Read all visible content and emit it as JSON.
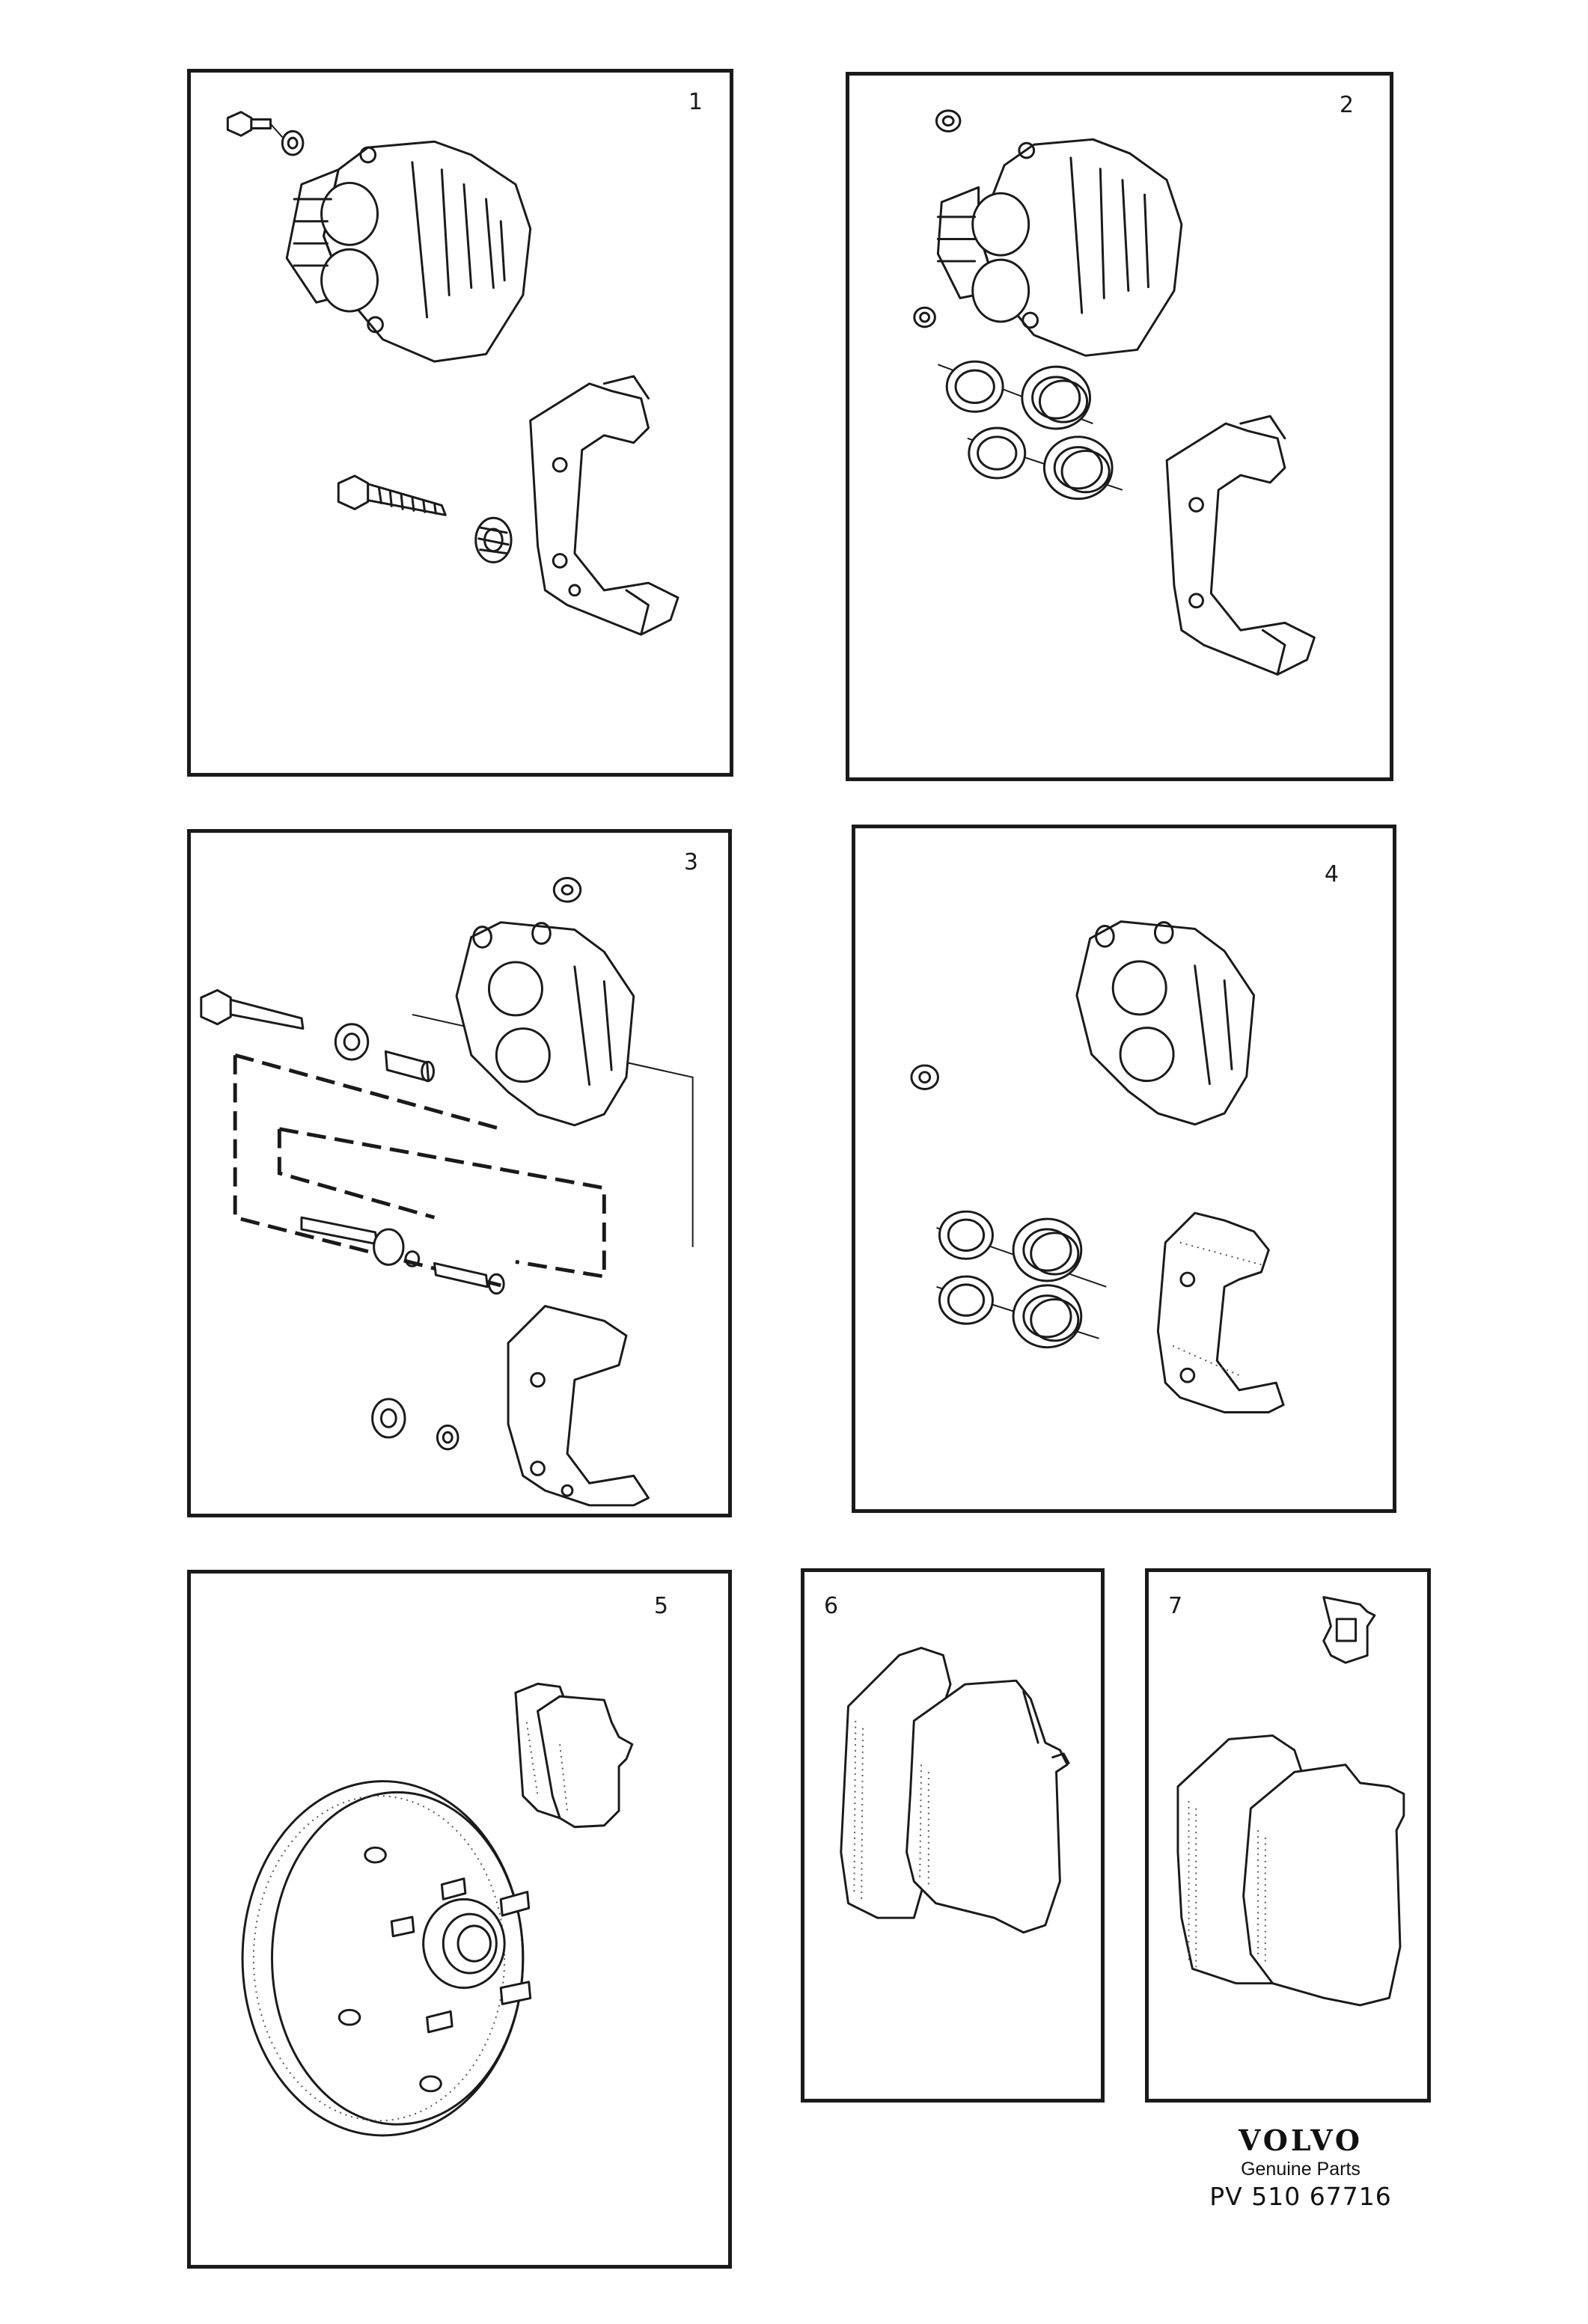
{
  "panels": [
    {
      "id": "1",
      "label": "1"
    },
    {
      "id": "2",
      "label": "2"
    },
    {
      "id": "3",
      "label": "3"
    },
    {
      "id": "4",
      "label": "4"
    },
    {
      "id": "5",
      "label": "5"
    },
    {
      "id": "6",
      "label": "6"
    },
    {
      "id": "7",
      "label": "7"
    }
  ],
  "brand": {
    "logo": "VOLVO",
    "subtitle": "Genuine Parts",
    "code": "PV 510 67716"
  }
}
